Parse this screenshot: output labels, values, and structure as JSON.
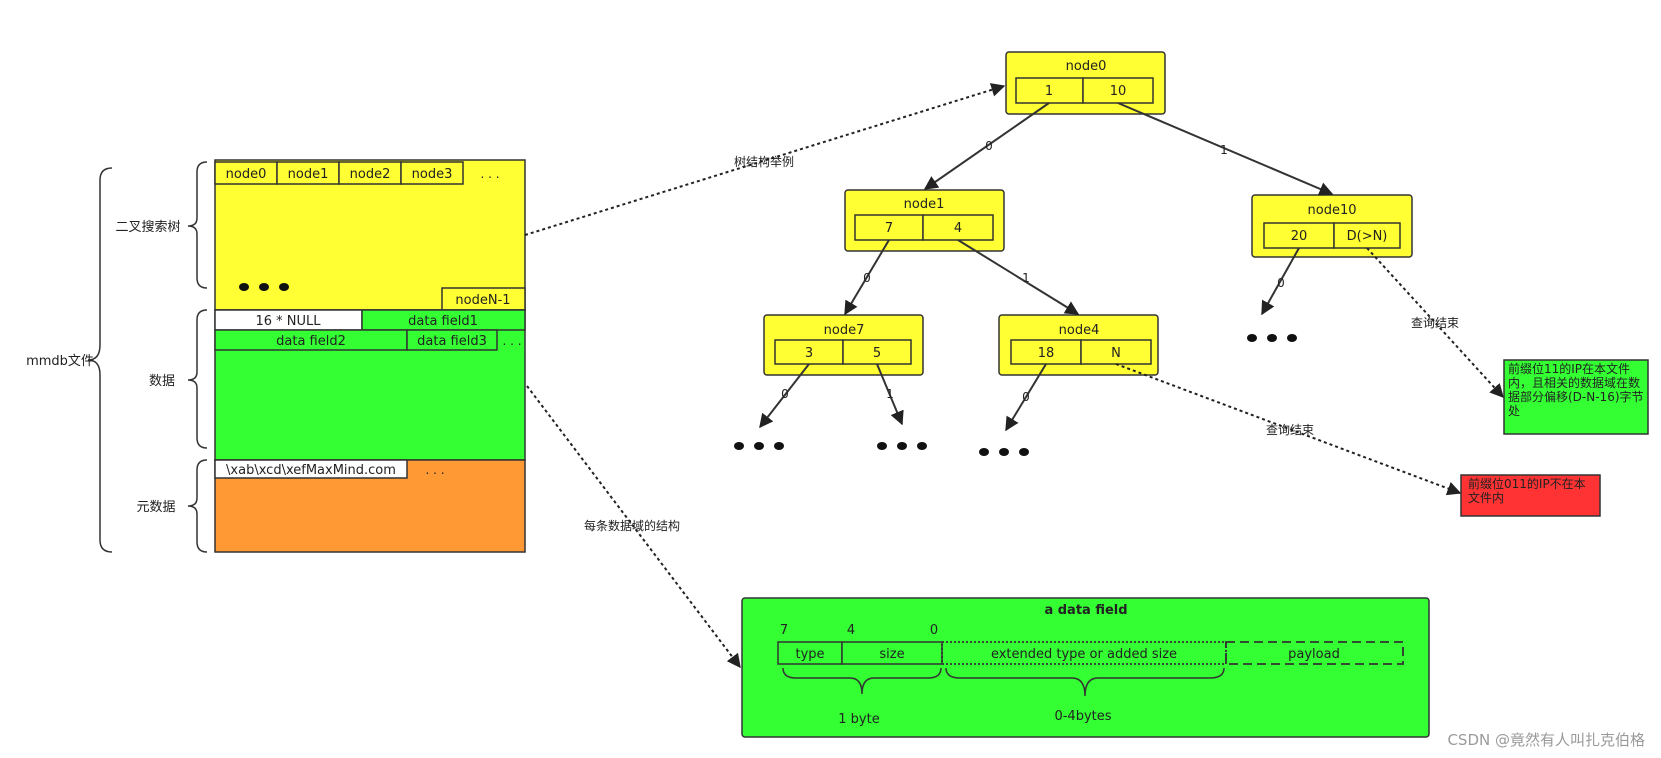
{
  "colors": {
    "yellow": "#ffff33",
    "green": "#33ff33",
    "orange": "#ff9933",
    "red": "#ff3333",
    "white": "#ffffff",
    "stroke": "#333333"
  },
  "file": {
    "label": "mmdb文件",
    "sections": {
      "tree": "二叉搜索树",
      "data": "数据",
      "meta": "元数据"
    },
    "tree_nodes": [
      "node0",
      "node1",
      "node2",
      "node3"
    ],
    "tree_more": ". . .",
    "tree_last": "nodeN-1",
    "data_row1": [
      "16 * NULL",
      "data field1"
    ],
    "data_row2": [
      "data field2",
      "data field3"
    ],
    "data_more": ". . .",
    "meta_marker": "\\xab\\xcd\\xefMaxMind.com",
    "meta_more": ". . ."
  },
  "connectors": {
    "tree_example": "树结构举例",
    "field_structure": "每条数据域的结构"
  },
  "tree": {
    "node0": {
      "title": "node0",
      "left": "1",
      "right": "10"
    },
    "node1": {
      "title": "node1",
      "left": "7",
      "right": "4"
    },
    "node10": {
      "title": "node10",
      "left": "20",
      "right": "D(>N)"
    },
    "node7": {
      "title": "node7",
      "left": "3",
      "right": "5"
    },
    "node4": {
      "title": "node4",
      "left": "18",
      "right": "N"
    },
    "edge_labels": {
      "n0_n1": "0",
      "n0_n10": "1",
      "n1_n7": "0",
      "n1_n4": "1",
      "n10_more": "0",
      "n7_left": "0",
      "n7_right": "1",
      "n4_left": "0"
    },
    "query_end_1": "查询结束",
    "query_end_2": "查询结束",
    "result_found": "前缀位11的IP在本文件内，且相关的数据域在数据部分偏移(D-N-16)字节处",
    "result_not_found": "前缀位011的IP不在本文件内"
  },
  "data_field": {
    "title": "a data field",
    "bit_labels": [
      "7",
      "4",
      "0"
    ],
    "type": "type",
    "size": "size",
    "extended": "extended type or added size",
    "payload": "payload",
    "byte1": "1 byte",
    "bytes04": "0-4bytes"
  },
  "watermark": "CSDN @竟然有人叫扎克伯格"
}
